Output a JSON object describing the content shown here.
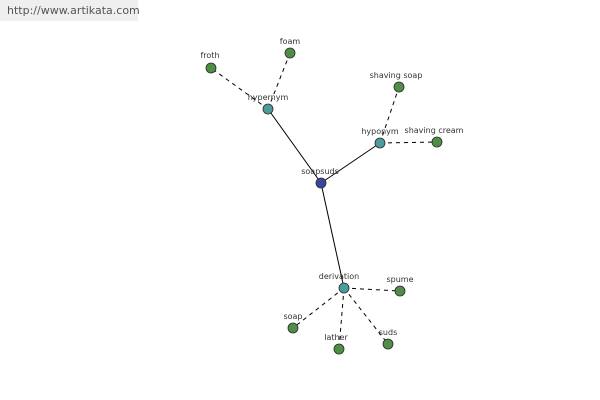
{
  "banner": {
    "url_text": "http://www.artikata.com",
    "bg_color": "#efefef",
    "text_color": "#555555"
  },
  "graph": {
    "colors": {
      "root": "#3a46a0",
      "relation": "#4d9b9b",
      "term": "#4f8f45",
      "node_stroke": "#2a2a2a",
      "edge": "#000000",
      "label": "#333333"
    },
    "nodes": [
      {
        "id": "soapsuds",
        "label": "soapsuds",
        "kind": "root"
      },
      {
        "id": "hypernym",
        "label": "hypernym",
        "kind": "relation"
      },
      {
        "id": "hyponym",
        "label": "hyponym",
        "kind": "relation"
      },
      {
        "id": "derivation",
        "label": "derivation",
        "kind": "relation"
      },
      {
        "id": "froth",
        "label": "froth",
        "kind": "term"
      },
      {
        "id": "foam",
        "label": "foam",
        "kind": "term"
      },
      {
        "id": "shaving-soap",
        "label": "shaving soap",
        "kind": "term"
      },
      {
        "id": "shaving-cream",
        "label": "shaving cream",
        "kind": "term"
      },
      {
        "id": "spume",
        "label": "spume",
        "kind": "term"
      },
      {
        "id": "soap",
        "label": "soap",
        "kind": "term"
      },
      {
        "id": "lather",
        "label": "lather",
        "kind": "term"
      },
      {
        "id": "suds",
        "label": "suds",
        "kind": "term"
      }
    ],
    "edges": [
      {
        "from": "soapsuds",
        "to": "hypernym",
        "style": "solid"
      },
      {
        "from": "soapsuds",
        "to": "hyponym",
        "style": "solid"
      },
      {
        "from": "soapsuds",
        "to": "derivation",
        "style": "solid"
      },
      {
        "from": "hypernym",
        "to": "froth",
        "style": "dashed"
      },
      {
        "from": "hypernym",
        "to": "foam",
        "style": "dashed"
      },
      {
        "from": "hyponym",
        "to": "shaving-soap",
        "style": "dashed"
      },
      {
        "from": "hyponym",
        "to": "shaving-cream",
        "style": "dashed"
      },
      {
        "from": "derivation",
        "to": "spume",
        "style": "dashed"
      },
      {
        "from": "derivation",
        "to": "soap",
        "style": "dashed"
      },
      {
        "from": "derivation",
        "to": "lather",
        "style": "dashed"
      },
      {
        "from": "derivation",
        "to": "suds",
        "style": "dashed"
      }
    ]
  }
}
